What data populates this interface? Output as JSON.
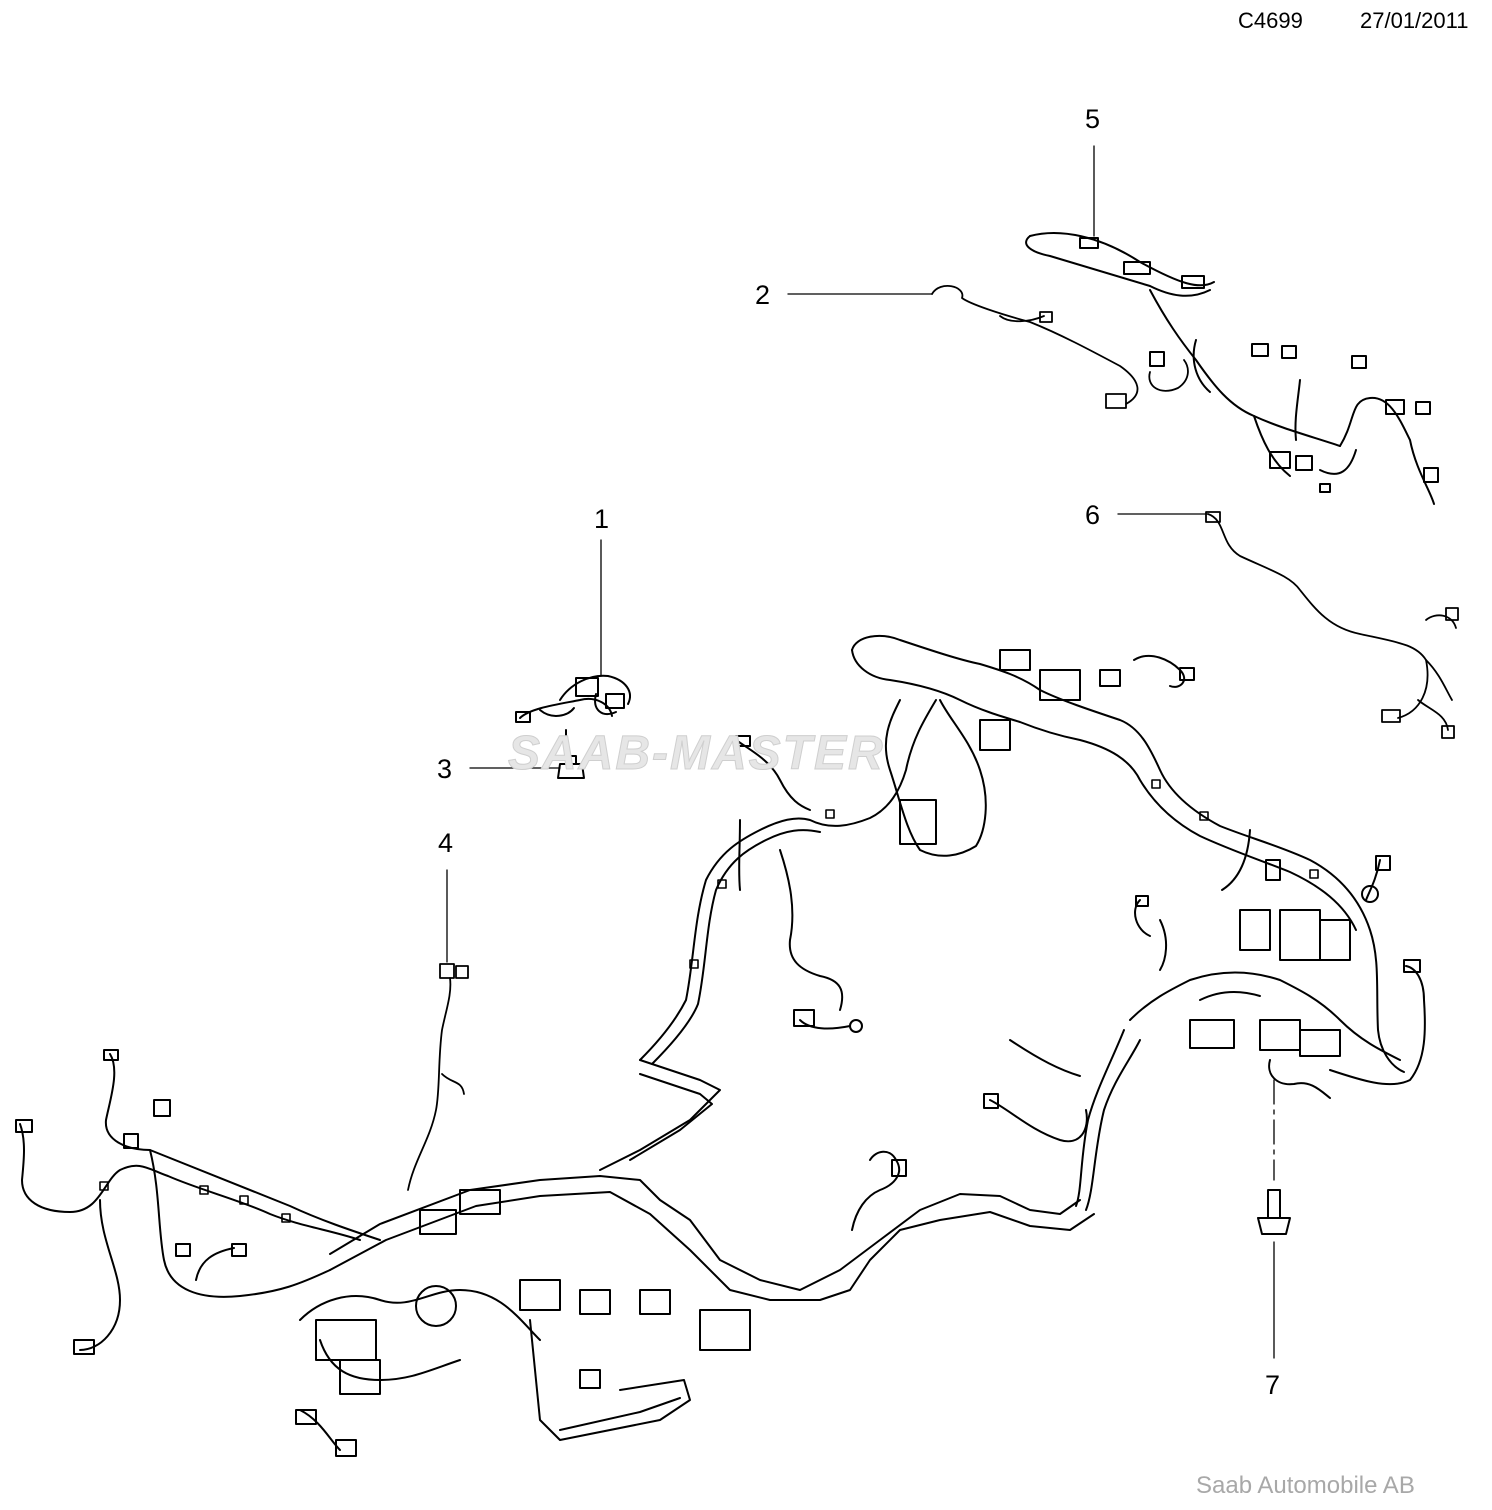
{
  "header": {
    "code": "C4699",
    "date": "27/01/2011"
  },
  "footer": {
    "brand": "Saab Automobile AB"
  },
  "watermark": "SAAB-MASTER",
  "callouts": [
    {
      "id": "1",
      "label": "1"
    },
    {
      "id": "2",
      "label": "2"
    },
    {
      "id": "3",
      "label": "3"
    },
    {
      "id": "4",
      "label": "4"
    },
    {
      "id": "5",
      "label": "5"
    },
    {
      "id": "6",
      "label": "6"
    },
    {
      "id": "7",
      "label": "7"
    }
  ],
  "colors": {
    "line": "#000000",
    "watermark": "#e6e6e6",
    "footer": "#a8a8a8"
  }
}
